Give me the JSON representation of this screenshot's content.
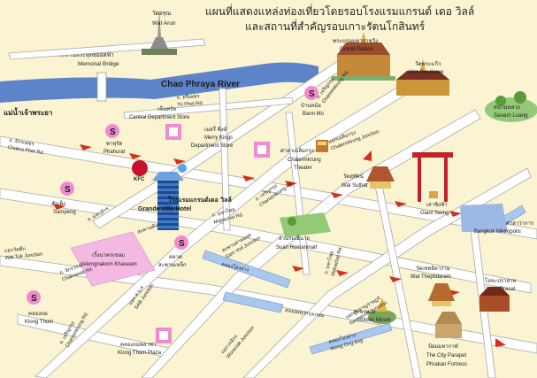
{
  "title": {
    "line1": "แผนที่แสดงแหล่งท่องเที่ยวโดยรอบโรงแรมแกรนด์ เดอ วิลล์",
    "line2": "และสถานที่สำคัญรอบเกาะรัตนโกสินทร์"
  },
  "colors": {
    "background": "#fbf4d2",
    "road": "#ffffff",
    "road_edge": "#a8a8a8",
    "river": "#5d84c9",
    "canal": "#a9c8ee",
    "park": "#93c977",
    "market": "#f4b9e2",
    "pin": "#f08bd1",
    "direction_arrow": "#d6301c",
    "hotel": "#2b5ea8"
  },
  "rivers": {
    "main": {
      "en": "Chao Phraya River",
      "th": "แม่น้ำเจ้าพระยา"
    }
  },
  "landmarks": {
    "wat_arun": {
      "th": "วัดอรุณ",
      "en": "Wat Arun",
      "icon": "temple-icon"
    },
    "memorial_bridge": {
      "th": "สะพานพระพุทธยอดฟ้า",
      "en": "Memorial Bridge"
    },
    "grand_palace": {
      "th": "พระบรมมหาราชวัง",
      "en": "Grand Palace",
      "icon": "palace-icon"
    },
    "wat_pra_kaew": {
      "th": "วัดพระแก้ว",
      "en": "Wat Pra Kaew",
      "icon": "temple-icon"
    },
    "sanam_luang": {
      "th": "สนามหลวง",
      "en": "Sanam Luang",
      "icon": "park-icon"
    },
    "central": {
      "th": "เซ็นทรัล",
      "en": "Central Department Store",
      "icon": "store-icon"
    },
    "merry_kings": {
      "th": "เมอรี่ คิงส์",
      "en1": "Merry Kings",
      "en2": "Department Store",
      "icon": "store-icon"
    },
    "bann_mo": {
      "th": "บ้านหม้อ",
      "en": "Bann Mo",
      "icon": "pin-icon"
    },
    "phahurat": {
      "th": "พาหุรัด",
      "en": "Phahurat",
      "icon": "pin-icon"
    },
    "kfc": {
      "label": "KFC",
      "icon": "kfc-icon"
    },
    "chalermkrung": {
      "th": "ศาลาเฉลิมกรุง",
      "en1": "Chalermkrung",
      "en2": "Theater",
      "icon": "theater-icon"
    },
    "wat_suthat": {
      "th": "วัดสุทัศน์",
      "en": "Wat Suthat",
      "icon": "temple-icon"
    },
    "giant_swing": {
      "th": "เสาชิงช้า",
      "en": "Giant Swing",
      "icon": "giant-swing-icon"
    },
    "hotel": {
      "th": "โรงแรมแกรนด์เดอ วิลล์",
      "en": "Grande Ville Hotel",
      "icon": "hotel-icon"
    },
    "sampeng": {
      "th": "สำเพ็ง",
      "en": "Sampeng",
      "icon": "pin-icon"
    },
    "talad_saphanlek": {
      "th1": "ตลาด",
      "th2": "สะพานเหล็ก",
      "icon": "pin-icon"
    },
    "suan_romaninart": {
      "th": "สวนรมณีนาถ",
      "en": "Suan Romaninart",
      "icon": "park-icon"
    },
    "bangkok_metropolis": {
      "th": "ศาลาว่าการ",
      "en": "Bangkok Metropolis",
      "icon": "city-hall-icon"
    },
    "vemgnakorn": {
      "th": "เวิ้งนาครเขษม",
      "en": "Vemgnakorn Khaseam",
      "icon": "market-icon"
    },
    "wat_theptidaram": {
      "th": "วัดเทพธิดาราม",
      "en": "Wat Theptidaram",
      "icon": "temple-icon"
    },
    "loha_prasat": {
      "th": "โลหะปราสาท",
      "en": "Loha Prasat",
      "icon": "temple-icon"
    },
    "golden_mount": {
      "th": "ภูเขาทอง",
      "en": "Golden Mount",
      "icon": "golden-mount-icon"
    },
    "city_parapet": {
      "th": "ป้อมมหากาฬ",
      "en1": "The City Parapet",
      "en2": "Phrakan Fortress",
      "icon": "fortress-icon"
    },
    "klong_thom": {
      "th": "คลองถม",
      "en": "Klong Thom",
      "icon": "pin-icon"
    },
    "klong_thom_plaza": {
      "th": "คลองถมพลาซ่า",
      "en": "Klong Thom Plaza",
      "icon": "store-icon"
    }
  },
  "roads": {
    "chakphet": {
      "th": "ถ. จักรเพชร",
      "en": "Chakra Phet Rd."
    },
    "tritphet": {
      "th": "ถ. ตรีเพชร",
      "en": "Tri Phet Rd."
    },
    "charoenkrung_1": {
      "th": "ถ. เจริญกรุง",
      "en": "Charoenkrung Rd."
    },
    "charoenkrung_2": {
      "th": "ถ. เจริญกรุง",
      "en": "Charoenkrung Rd."
    },
    "maha_chai": {
      "th": "ถ. มหาไชย",
      "en": "Mahachai Rd."
    },
    "maha_chai_2": {
      "th": "ถ. มหาไชย",
      "en": "Mahachai Rd."
    },
    "chakrawat": {
      "th": "ถ. จักรวรรดิ",
      "en": "Chakrawat Rd."
    },
    "mahachak": {
      "th": "ถ. มหาจักร",
      "en": ""
    },
    "chalermkrung_jct": {
      "th": "แยกเฉลิมกรุง",
      "en": "Chalermkrung Junction"
    },
    "sanpolsen": {
      "th": "สะพานสามยอด",
      "en": "Sam Yod Junction"
    },
    "wat_tuk": {
      "th": "แยกวัดตึก",
      "en": "Wat Tuk Junction"
    },
    "sab_junction": {
      "th": "แยก ส.บ.ล",
      "en": "SAB Junction"
    },
    "woraciak": {
      "th": "แยกวรจักร",
      "en": "Woraciak Junction"
    },
    "samranrat": {
      "th": "แยกสำราญราษฎร์",
      "en": "Samranrat Junction"
    },
    "klong_ong_ang": {
      "th": "คลองโอ่งอ่าง",
      "en": "Klong Ong Ang"
    },
    "klong_wat_tuk": {
      "th": "คลองโอ่งอ่าง",
      "en": ""
    },
    "klong_lord": {
      "th": "คลองผดุงกรุงเกษม",
      "en": ""
    },
    "saphan_han": {
      "th": "สะพานหัน",
      "en": ""
    },
    "charoenkrung_top": {
      "th": "ถ. เจริญกรุง",
      "en": "Charoenkrung Rd."
    }
  }
}
